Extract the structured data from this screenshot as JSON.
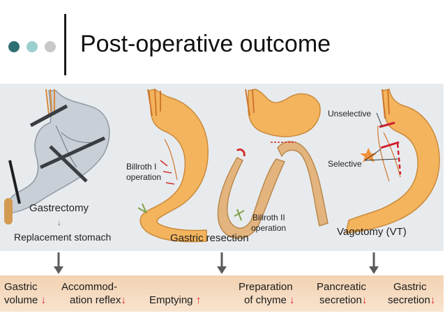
{
  "title": "Post-operative outcome",
  "colors": {
    "dark_teal": "#2e6f73",
    "light_teal": "#9ccfcf",
    "grey_dot": "#c8c8c8",
    "panel": "#e8ebee",
    "band": "#f4d9bd",
    "stomach": "#f4b45e",
    "replacement": "#c9cfd6",
    "red_arrow": "#e0212a"
  },
  "figure": {
    "gastrectomy": "Gastrectomy",
    "replacement_arrow": "↓",
    "replacement": "Replacement stomach",
    "billroth1": [
      "Billroth I",
      "operation"
    ],
    "billroth2": [
      "Billroth II",
      "operation"
    ],
    "gastric_resection": "Gastric resection",
    "unselective": "Unselective",
    "selective": "Selective",
    "vagotomy": "Vagotomy (VT)"
  },
  "outcomes": [
    {
      "line1": "Gastric",
      "line2": "volume",
      "direction": "down",
      "arrow": "↓"
    },
    {
      "line1": "Accommod-",
      "line2": "ation reflex",
      "direction": "down",
      "arrow": "↓"
    },
    {
      "line1": "Emptying",
      "line2": "",
      "direction": "up",
      "arrow": "↑"
    },
    {
      "line1": "Preparation",
      "line2": "of chyme",
      "direction": "down",
      "arrow": "↓"
    },
    {
      "line1": "Pancreatic",
      "line2": "secretion",
      "direction": "down",
      "arrow": "↓"
    },
    {
      "line1": "Gastric",
      "line2": "secretion",
      "direction": "down",
      "arrow": "↓"
    }
  ]
}
